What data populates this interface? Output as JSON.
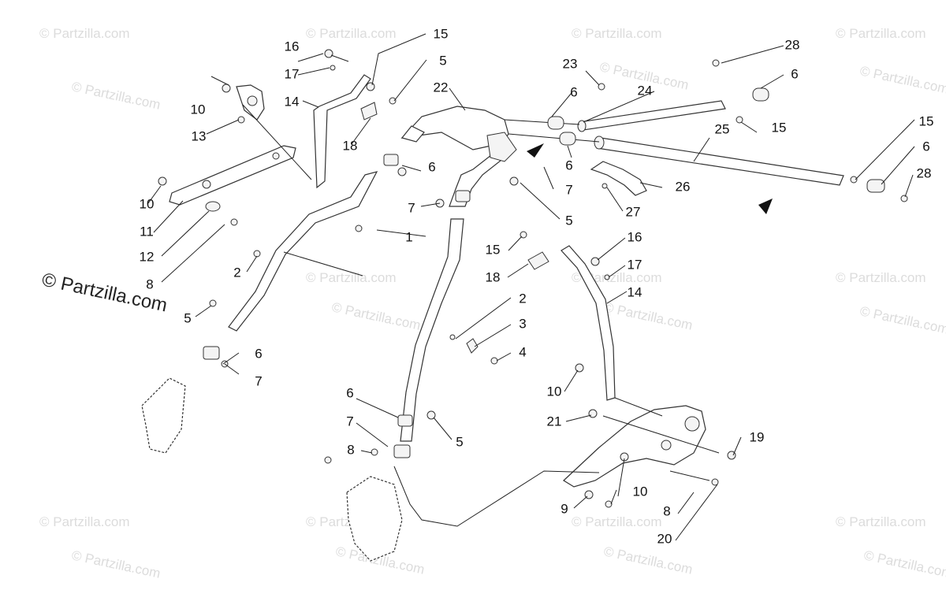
{
  "watermark": {
    "small_text": "© Partzilla.com",
    "large_text": "© Partzilla.com"
  },
  "callouts": [
    "1",
    "2",
    "3",
    "4",
    "5",
    "6",
    "7",
    "8",
    "9",
    "10",
    "11",
    "12",
    "13",
    "14",
    "15",
    "16",
    "17",
    "18",
    "19",
    "20",
    "21",
    "22",
    "23",
    "24",
    "25",
    "26",
    "27",
    "28"
  ]
}
